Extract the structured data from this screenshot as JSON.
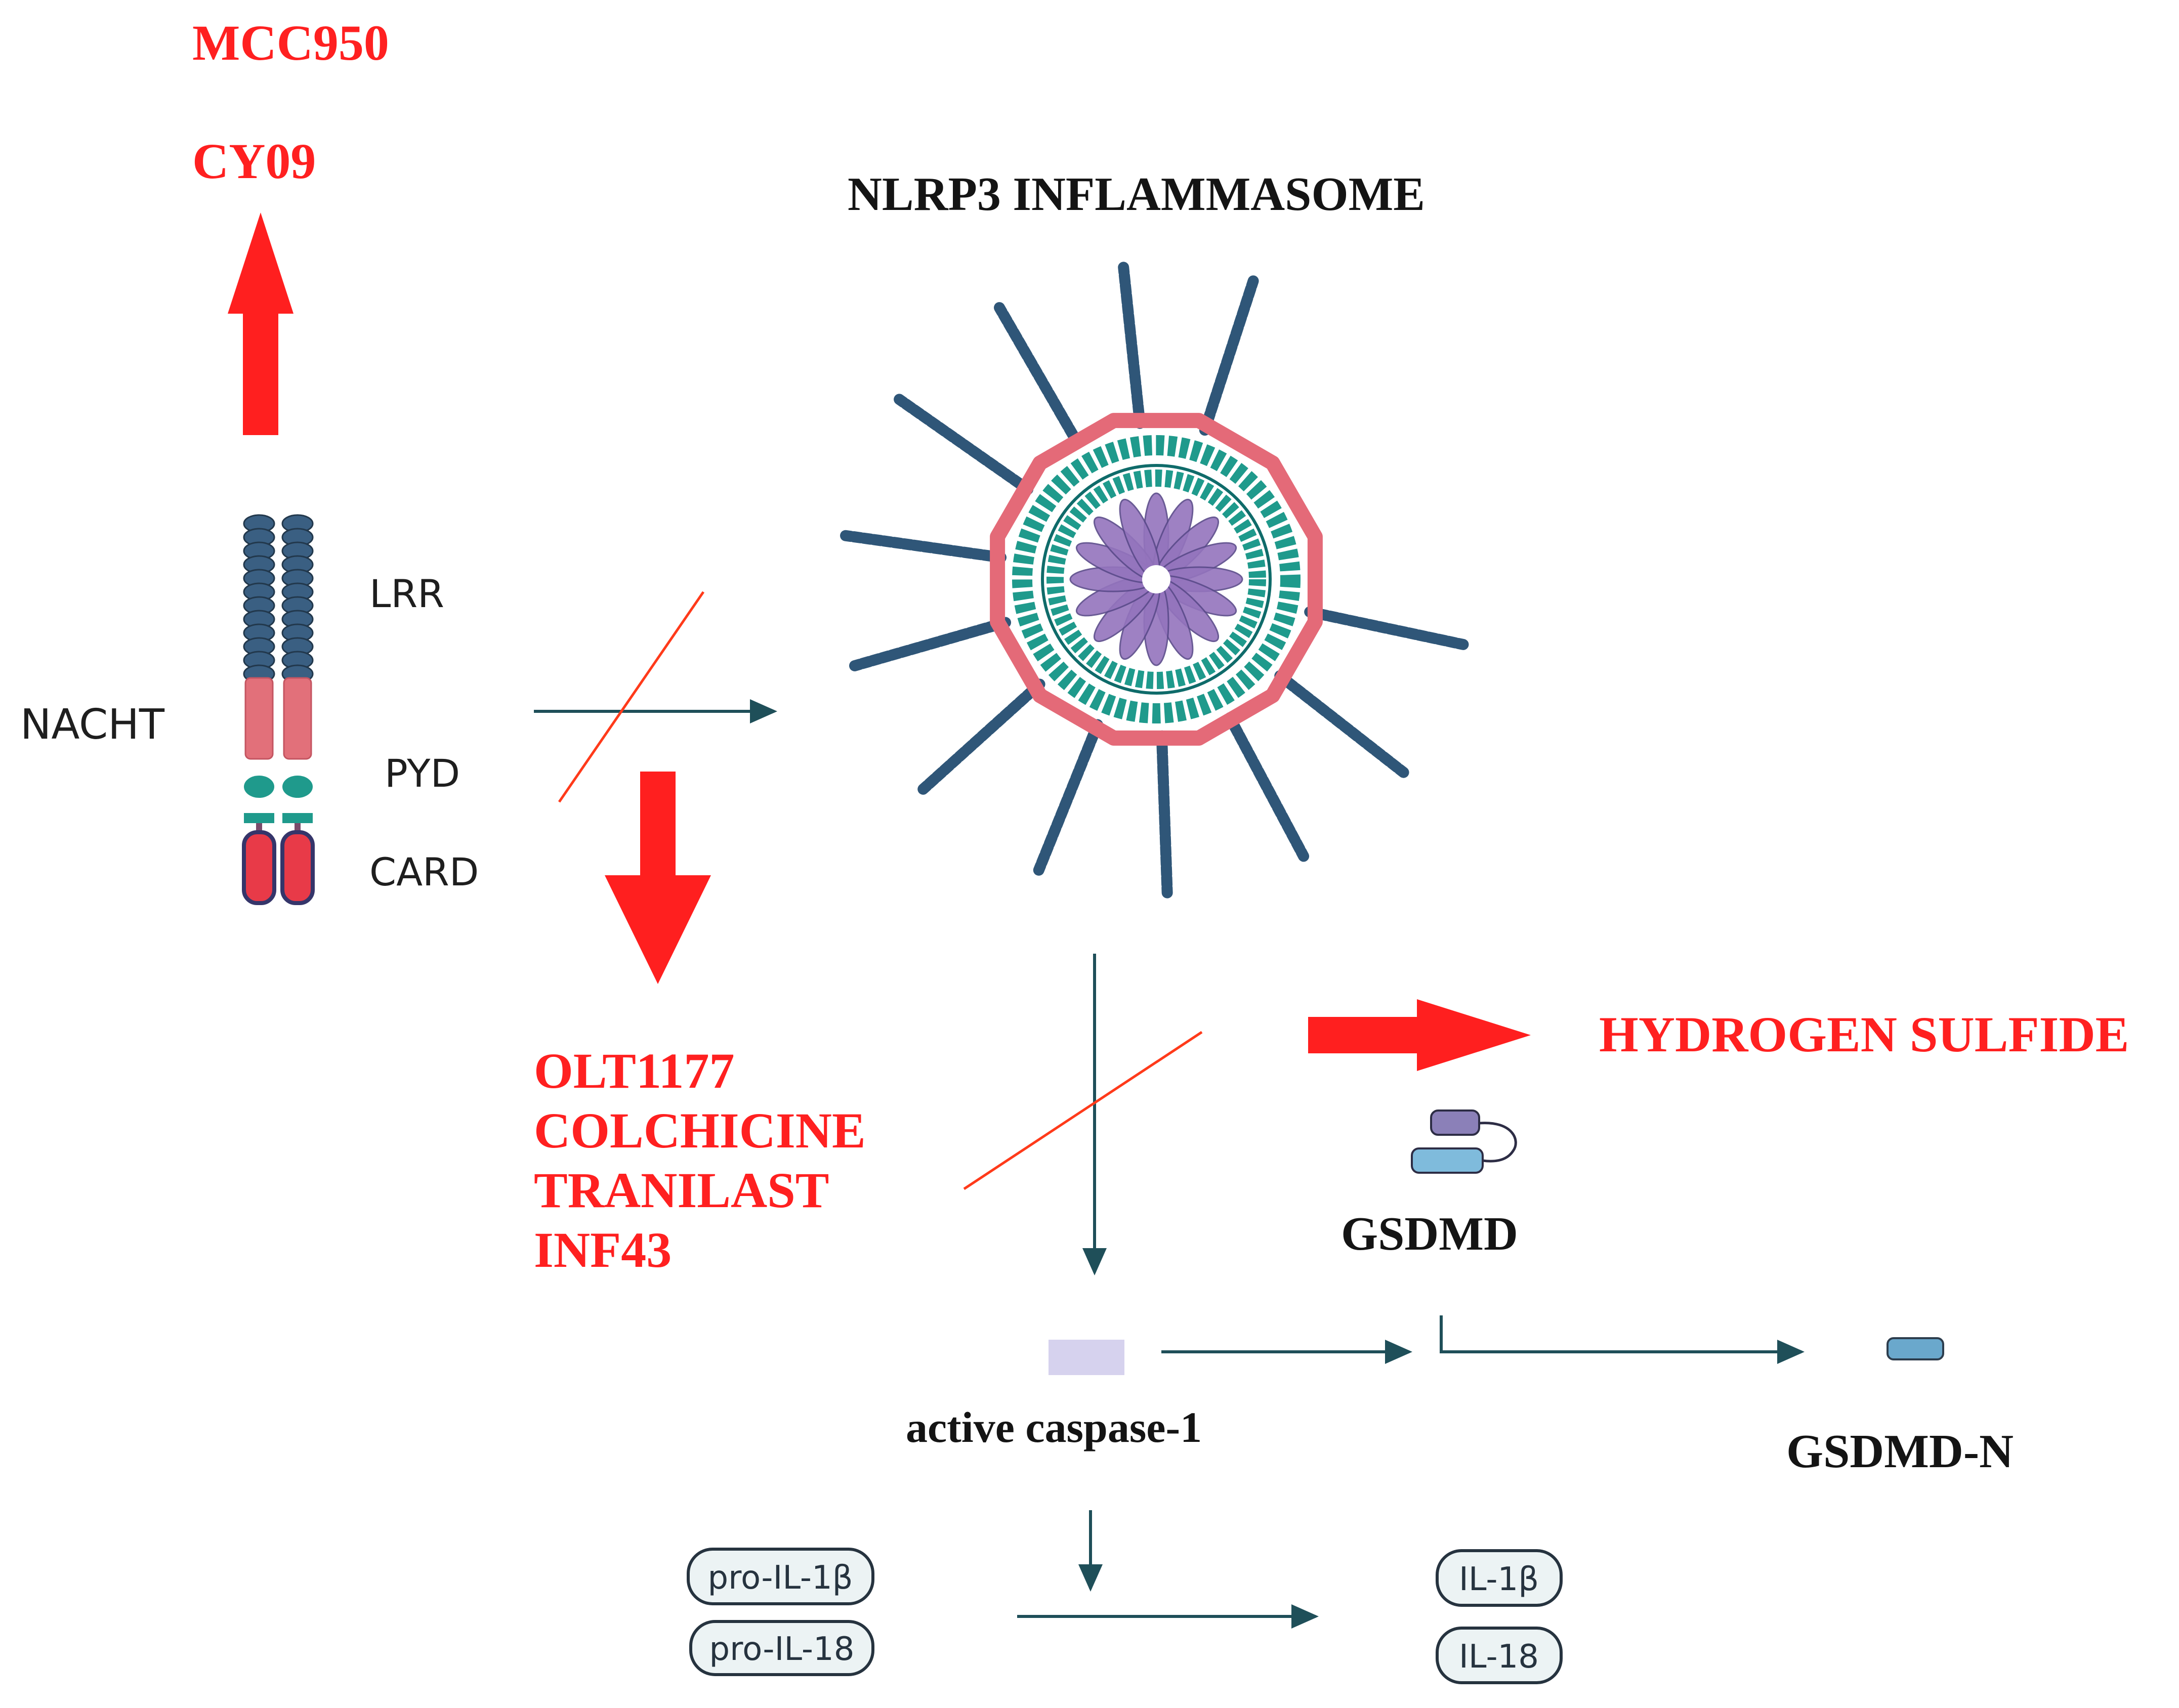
{
  "diagram": {
    "inhibitors_top": [
      "MCC950",
      "CY09"
    ],
    "inhibitors_middle": [
      "OLT1177",
      "COLCHICINE",
      "TRANILAST",
      "INF43"
    ],
    "inhibitor_right": "HYDROGEN SULFIDE",
    "complex_title": "NLRP3 INFLAMMASOME",
    "domain_labels": {
      "lrr": "LRR",
      "nacht": "NACHT",
      "pyd": "PYD",
      "card": "CARD"
    },
    "products": {
      "gsdmd": "GSDMD",
      "caspase": "active caspase-1",
      "gsdmd_n": "GSDMD-N"
    },
    "cytokines": {
      "precursors": [
        "pro-IL-1β",
        "pro-IL-18"
      ],
      "mature": [
        "IL-1β",
        "IL-18"
      ]
    },
    "colors": {
      "inhibitor": "#ff2020",
      "lrr_blue": "#3a5f82",
      "nacht_pink": "#e2707a",
      "teal": "#1f9a8c",
      "card_red": "#e83a48",
      "caspase_lavender": "#d6d2ee",
      "gsdmd_purple": "#7a6ea8",
      "gsdmd_n_blue": "#6aa8cc",
      "arrow_dark": "#1f4f59"
    },
    "icons": [
      "up-arrow-icon",
      "down-arrow-icon",
      "right-arrow-icon",
      "blocked-arrow-icon",
      "inflammasome-ring-icon",
      "nlrp3-protein-icon",
      "gsdmd-protein-icon"
    ]
  }
}
